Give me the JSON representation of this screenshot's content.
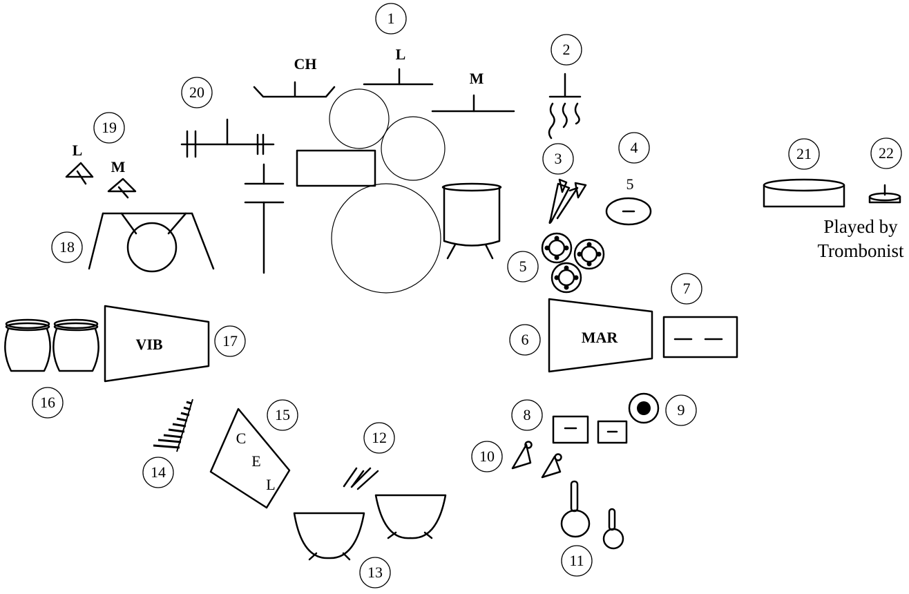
{
  "numbers": {
    "n1": "1",
    "n2": "2",
    "n3": "3",
    "n4": "4",
    "n5": "5",
    "n6": "6",
    "n7": "7",
    "n8": "8",
    "n9": "9",
    "n10": "10",
    "n11": "11",
    "n12": "12",
    "n13": "13",
    "n14": "14",
    "n15": "15",
    "n16": "16",
    "n17": "17",
    "n18": "18",
    "n19": "19",
    "n20": "20",
    "n21": "21",
    "n22": "22"
  },
  "labels": {
    "cymbal_low": "L",
    "cymbal_medium": "M",
    "china": "CH",
    "triangle_low": "L",
    "triangle_medium": "M",
    "item4_value": "5",
    "marimba": "MAR",
    "vibraphone": "VIB",
    "celesta_c": "C",
    "celesta_e": "E",
    "celesta_l": "L",
    "note_line1": "Played by",
    "note_line2": "Trombonist"
  }
}
